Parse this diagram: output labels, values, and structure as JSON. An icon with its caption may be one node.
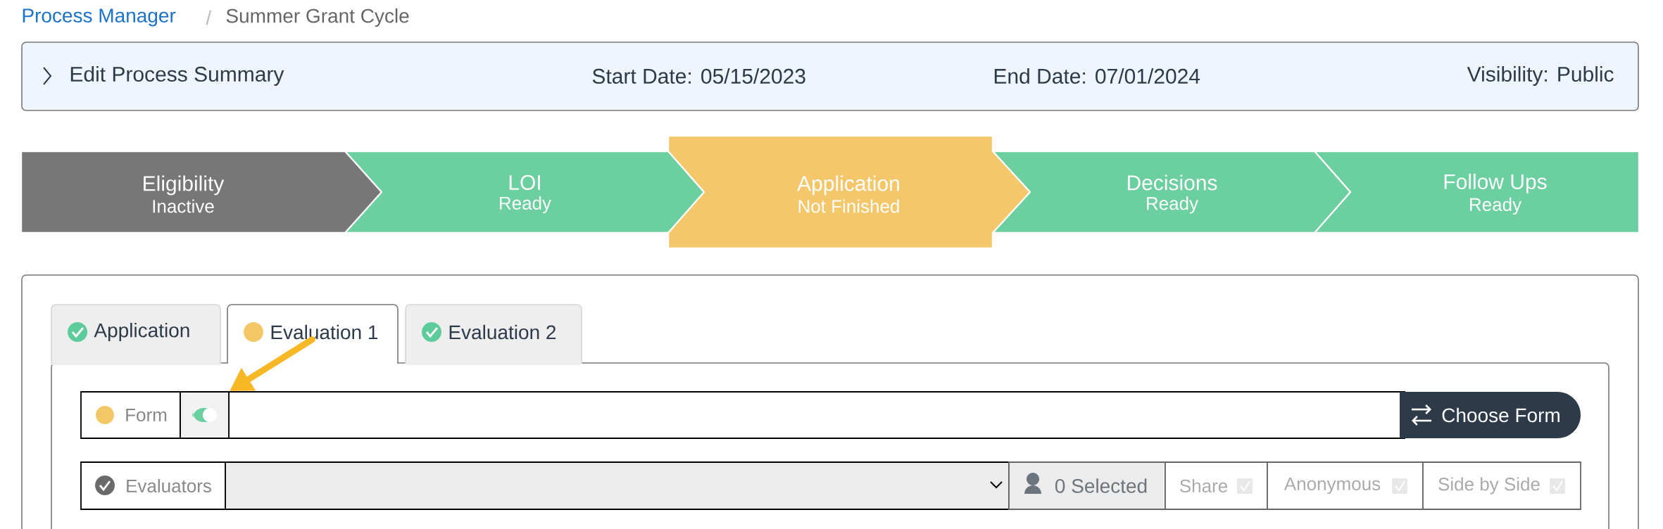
{
  "diagram": {
    "nodes": [
      {
        "text": [
          "Edit Process Summary",
          "Start Date: 05/15/2023",
          "End Date: 07/01/2024",
          "Visibility: Public"
        ]
      },
      {
        "text": [
          "Eligibility",
          "Inactive"
        ]
      },
      {
        "text": [
          "LOI",
          "Ready"
        ]
      },
      {
        "text": [
          "Application",
          "Not Finished"
        ]
      },
      {
        "text": [
          "Decisions",
          "Ready"
        ]
      },
      {
        "text": [
          "Follow Ups",
          "Ready"
        ]
      },
      {
        "text": [
          "Application"
        ]
      },
      {
        "text": [
          "Evaluation 1"
        ]
      },
      {
        "text": [
          "Evaluation 2"
        ]
      },
      {
        "text": [
          "Form"
        ]
      },
      {
        "text": [],
        "shape": "toggle"
      },
      {
        "text": [
          "Choose Form"
        ]
      },
      {
        "text": [
          "Evaluators"
        ]
      },
      {
        "text": [
          "0 Selected"
        ]
      },
      {
        "text": [
          "Share"
        ]
      },
      {
        "text": [
          "Anonymous"
        ]
      },
      {
        "text": [
          "Side by Side"
        ]
      }
    ],
    "edges": [
      {
        "from": 7,
        "to": 10,
        "arrow": "to",
        "color": "#f8b825"
      }
    ],
    "labels": [
      "Process Manager",
      "/",
      "Summer Grant Cycle"
    ]
  }
}
